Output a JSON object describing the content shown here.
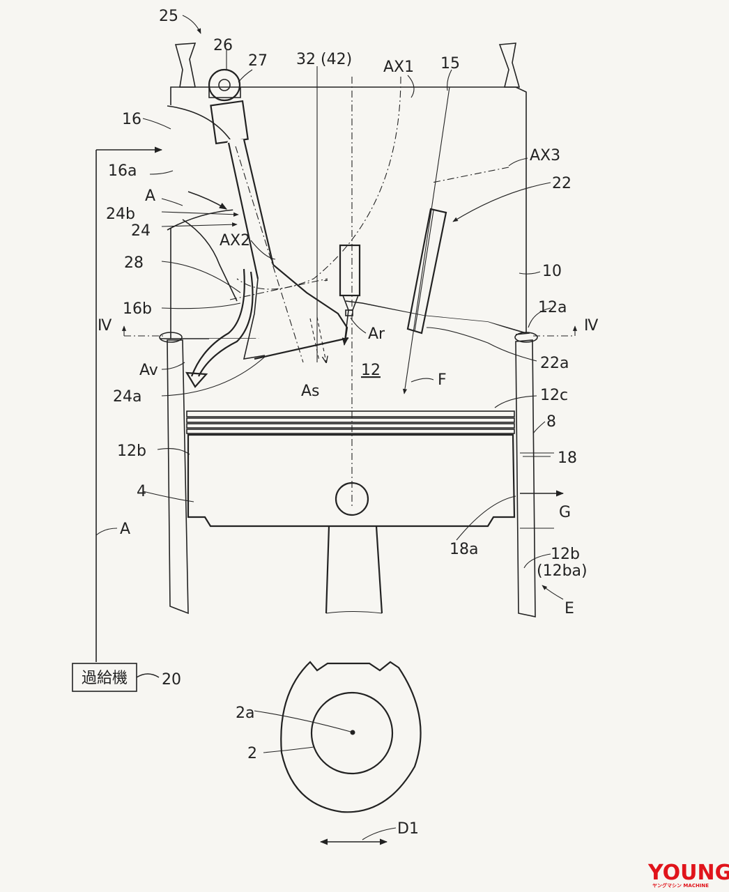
{
  "labels": {
    "l25": "25",
    "l26": "26",
    "l27": "27",
    "l32": "32 (42)",
    "lAX1": "AX1",
    "l15": "15",
    "l16": "16",
    "l16a": "16a",
    "lA1": "A",
    "l24b": "24b",
    "l24": "24",
    "lAX2": "AX2",
    "l28": "28",
    "l16b": "16b",
    "lIV1": "Ⅳ",
    "lAv": "Av",
    "l24a": "24a",
    "lAs": "As",
    "lAr": "Ar",
    "l12": "12",
    "lF": "F",
    "lAX3": "AX3",
    "l22": "22",
    "l10": "10",
    "l12a": "12a",
    "lIV2": "Ⅳ",
    "l22a": "22a",
    "l12c": "12c",
    "l8": "8",
    "l12b1": "12b",
    "l18": "18",
    "l4": "4",
    "lG": "G",
    "lA2": "A",
    "l18a": "18a",
    "l12b2": "12b",
    "l12ba": "(12ba)",
    "lE": "E",
    "l20": "20",
    "l2a": "2a",
    "l2": "2",
    "lD1": "D1"
  },
  "supercharger_label": "過給機",
  "watermark": {
    "name": "YOUNG",
    "sub": "ヤングマシン MACHINE",
    "color": "#e0141b"
  }
}
